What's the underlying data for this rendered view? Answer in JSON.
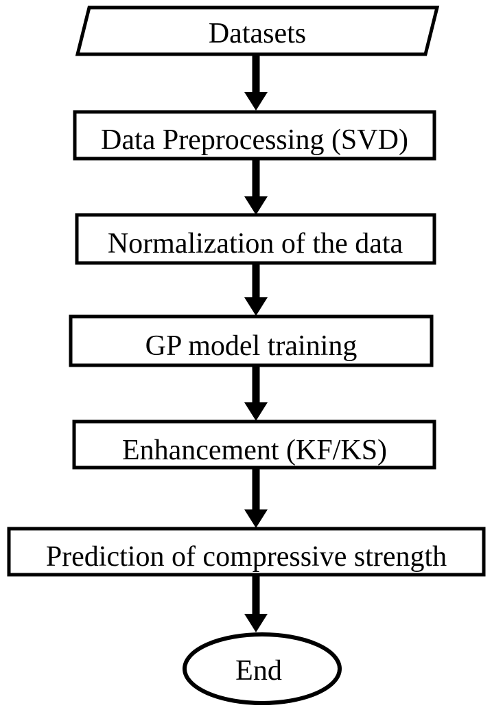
{
  "figure": {
    "type": "flowchart",
    "background_color": "#ffffff",
    "node_fill_color": "#ffffff",
    "stroke_color": "#000000",
    "text_color": "#000000",
    "nodes": [
      {
        "id": "datasets",
        "shape": "parallelogram",
        "label": "Datasets"
      },
      {
        "id": "preprocessing",
        "shape": "rectangle",
        "label": "Data Preprocessing (SVD)"
      },
      {
        "id": "normalization",
        "shape": "rectangle",
        "label": "Normalization of the data"
      },
      {
        "id": "gp-training",
        "shape": "rectangle",
        "label": "GP model training"
      },
      {
        "id": "enhancement",
        "shape": "rectangle",
        "label": "Enhancement (KF/KS)"
      },
      {
        "id": "prediction",
        "shape": "rectangle",
        "label": "Prediction of compressive strength"
      },
      {
        "id": "end",
        "shape": "ellipse",
        "label": "End"
      }
    ],
    "edges": [
      {
        "from": "datasets",
        "to": "preprocessing",
        "direction": "down"
      },
      {
        "from": "preprocessing",
        "to": "normalization",
        "direction": "down"
      },
      {
        "from": "normalization",
        "to": "gp-training",
        "direction": "down"
      },
      {
        "from": "gp-training",
        "to": "enhancement",
        "direction": "down"
      },
      {
        "from": "enhancement",
        "to": "prediction",
        "direction": "down"
      },
      {
        "from": "prediction",
        "to": "end",
        "direction": "down"
      }
    ]
  }
}
